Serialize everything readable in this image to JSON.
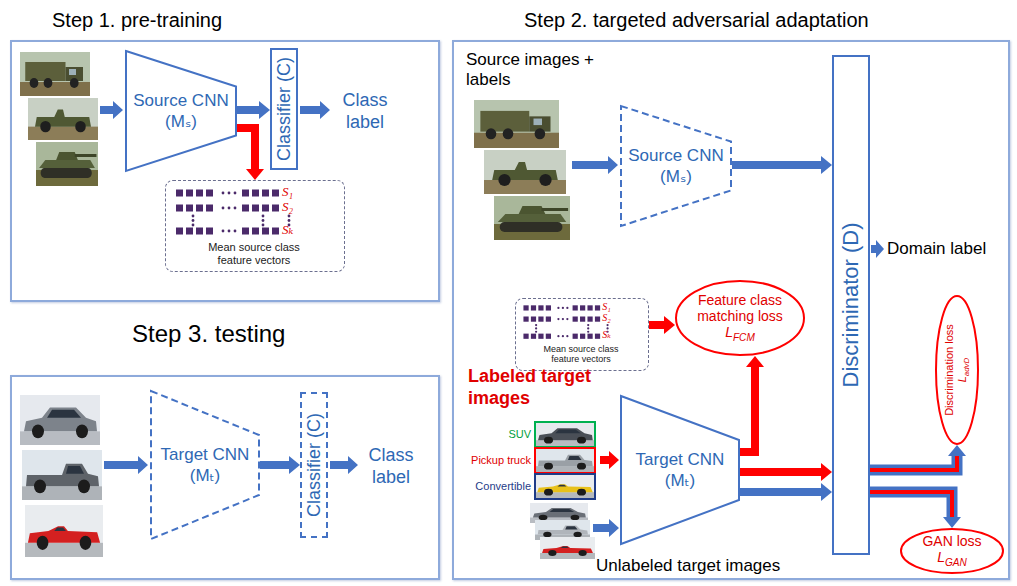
{
  "diagram": {
    "nodes": [
      {
        "text": [
          "Step 1. pre-training"
        ]
      },
      {
        "text": [
          "Source CNN (Mₛ)"
        ],
        "in": 0
      },
      {
        "text": [
          "Classifier (C)"
        ],
        "in": 0
      },
      {
        "text": [
          "S₁",
          "S₂",
          "Sₖ",
          "Mean source class feature vectors"
        ],
        "in": 0
      },
      {
        "text": [
          "Step 2. targeted adversarial adaptation"
        ]
      },
      {
        "text": [
          "Source CNN (Mₛ)"
        ],
        "in": 4
      },
      {
        "text": [
          "Discriminator (D)"
        ],
        "in": 4
      },
      {
        "text": [
          "S₁",
          "S₂",
          "Sₖ",
          "Mean source class feature vectors"
        ],
        "in": 4
      },
      {
        "text": [
          "Feature class matching loss",
          "L",
          "FCM"
        ],
        "in": 4
      },
      {
        "text": [
          "Target CNN (Mₜ)"
        ],
        "in": 4
      },
      {
        "text": [
          "Discrimination loss",
          "L",
          "advD"
        ],
        "in": 4
      },
      {
        "text": [
          "GAN loss",
          "L",
          "GAN"
        ],
        "in": 4
      },
      {
        "text": [
          "Step 3. testing"
        ]
      },
      {
        "text": [
          "Target CNN (Mₜ)"
        ],
        "in": 12
      },
      {
        "text": [
          "Classifier (C)"
        ],
        "in": 12
      }
    ],
    "edges": [
      {
        "from": 1,
        "to": 2,
        "arrow": "to"
      },
      {
        "from": 1,
        "to": 3,
        "arrow": "to"
      },
      {
        "from": 5,
        "to": 6,
        "arrow": "to"
      },
      {
        "from": 7,
        "to": 8,
        "arrow": "to"
      },
      {
        "from": 9,
        "to": 8,
        "arrow": "to"
      },
      {
        "from": 9,
        "to": 6,
        "arrow": "to"
      },
      {
        "from": 9,
        "to": 6,
        "arrow": "to"
      },
      {
        "from": 6,
        "to": 10,
        "arrow": "to"
      },
      {
        "from": 6,
        "to": 11,
        "arrow": "to"
      },
      {
        "from": 13,
        "to": 14,
        "arrow": "to"
      }
    ],
    "labels": [
      "Class label",
      "Source images + labels",
      "Domain label",
      "Labeled target images",
      "SUV",
      "Pickup truck",
      "Convertible",
      "Unlabeled target images",
      "Class label"
    ]
  }
}
